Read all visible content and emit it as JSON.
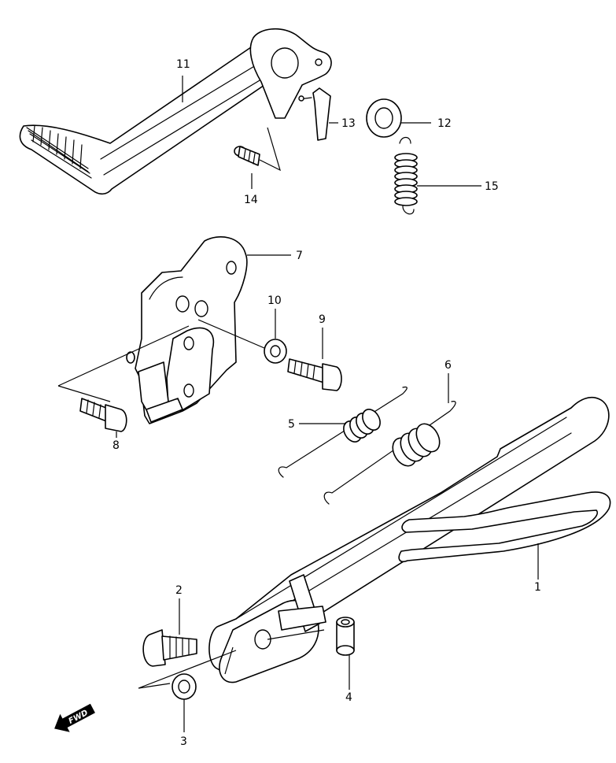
{
  "parts": [
    {
      "id": "part-1",
      "callout": "1"
    },
    {
      "id": "part-2",
      "callout": "2"
    },
    {
      "id": "part-3",
      "callout": "3"
    },
    {
      "id": "part-4",
      "callout": "4"
    },
    {
      "id": "part-5",
      "callout": "5"
    },
    {
      "id": "part-6",
      "callout": "6"
    },
    {
      "id": "part-7",
      "callout": "7"
    },
    {
      "id": "part-8",
      "callout": "8"
    },
    {
      "id": "part-9",
      "callout": "9"
    },
    {
      "id": "part-10",
      "callout": "10"
    },
    {
      "id": "part-11",
      "callout": "11"
    },
    {
      "id": "part-12",
      "callout": "12"
    },
    {
      "id": "part-13",
      "callout": "13"
    },
    {
      "id": "part-14",
      "callout": "14"
    },
    {
      "id": "part-15",
      "callout": "15"
    }
  ],
  "direction_marker": {
    "text": "FWD",
    "icon": "forward-arrow-icon"
  }
}
